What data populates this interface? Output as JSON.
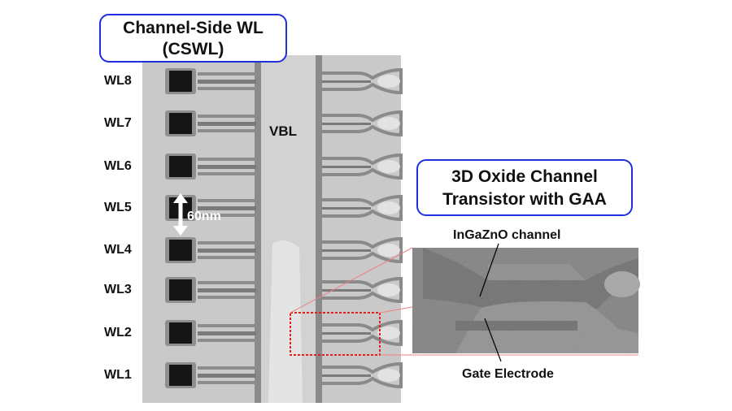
{
  "title_callout": {
    "line1": "Channel-Side WL",
    "line2": "(CSWL)"
  },
  "gaa_callout": {
    "line1": "3D Oxide Channel",
    "line2": "Transistor with GAA"
  },
  "word_lines": [
    "WL8",
    "WL7",
    "WL6",
    "WL5",
    "WL4",
    "WL3",
    "WL2",
    "WL1"
  ],
  "vbl_label": "VBL",
  "scale_label": "60nm",
  "inset_labels": {
    "channel": "InGaZnO channel",
    "gate": "Gate Electrode"
  },
  "colors": {
    "callout_border": "#1f2fe0",
    "zoom_box": "#e02020",
    "zoom_lines": "#f08080"
  }
}
